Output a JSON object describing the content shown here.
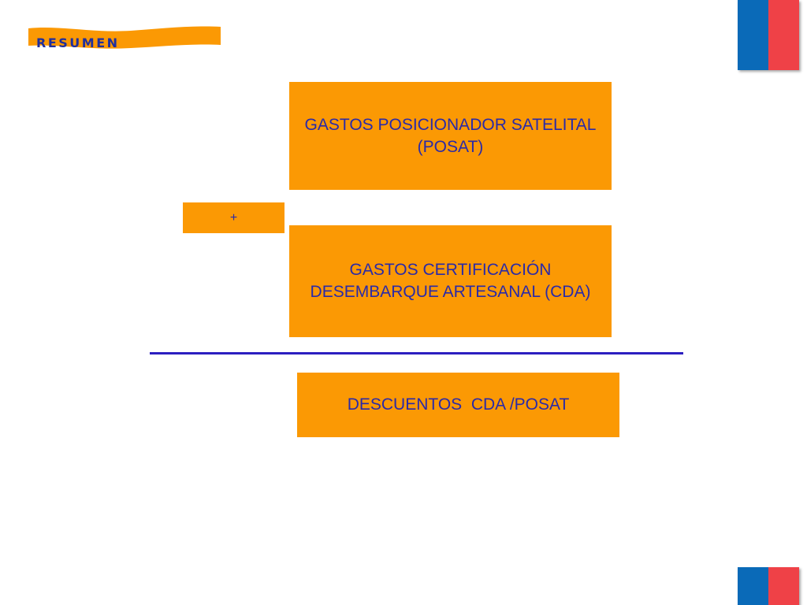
{
  "header": {
    "title": "RESUMEN",
    "swoosh_color": "#fb9904",
    "title_color": "#1f2f9e"
  },
  "flag_colors": {
    "blue": "#0a6ab8",
    "red": "#ef4147"
  },
  "diagram": {
    "box_color": "#fb9904",
    "text_color": "#2a2aa8",
    "line_color": "#2c1fc0",
    "posat": {
      "line1": "GASTOS POSICIONADOR SATELITAL",
      "line2": "(POSAT)"
    },
    "operator": "+",
    "cda": {
      "line1": "GASTOS CERTIFICACIÓN",
      "line2": "DESEMBARQUE ARTESANAL (CDA)"
    },
    "result": {
      "label": "DESCUENTOS  CDA /POSAT"
    }
  }
}
